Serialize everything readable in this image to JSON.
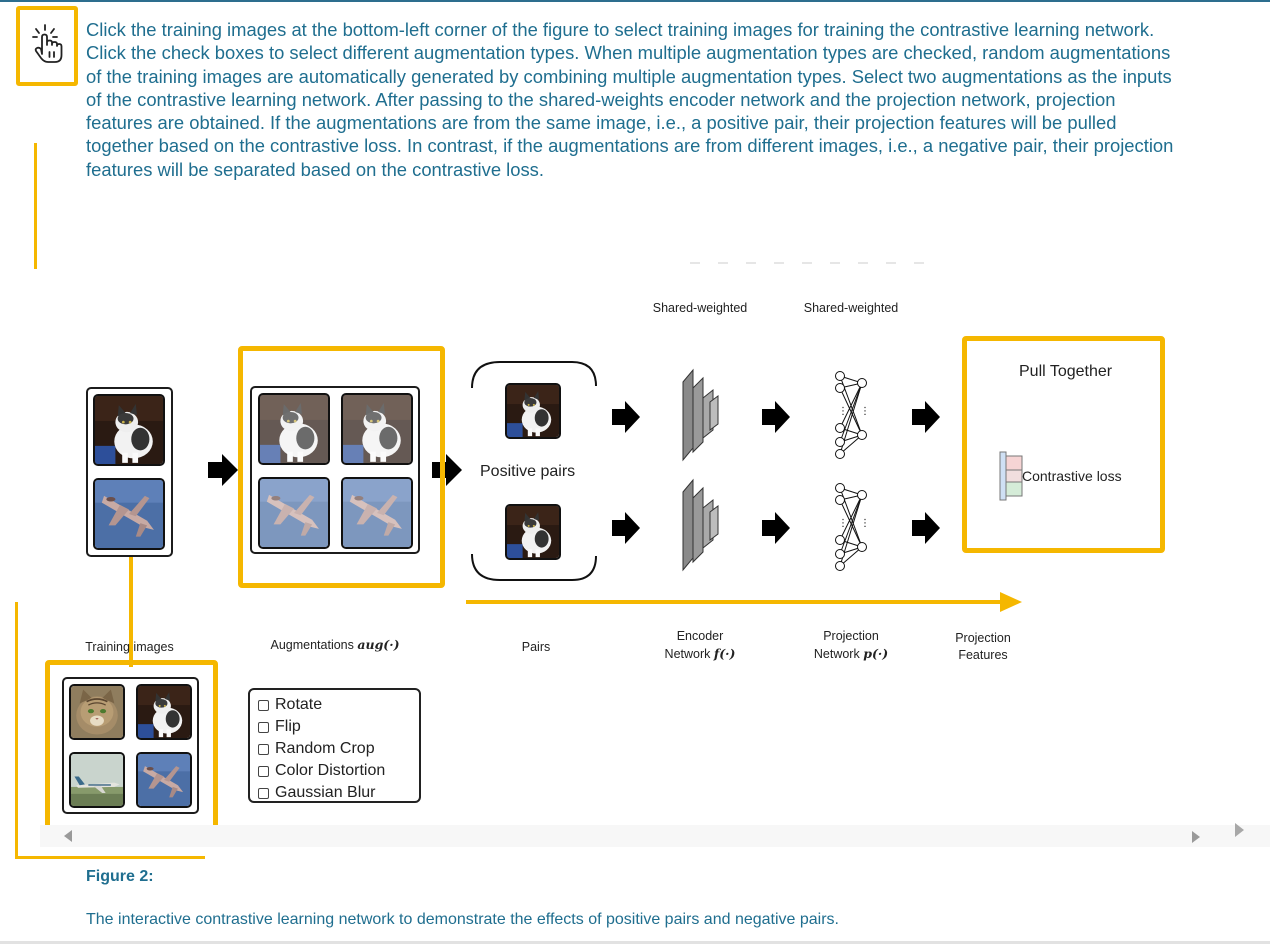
{
  "instruction": {
    "hand_icon": "pointer-click-hand-icon",
    "text": "Click the training images at the bottom-left corner of the figure to select training images for training the contrastive learning network. Click the check boxes to select different augmentation types. When multiple augmentation types are checked, random augmentations of the training images are automatically generated by combining multiple augmentation types. Select two augmentations as the inputs of the contrastive learning network. After passing to the shared-weights encoder network and the projection network, projection features are obtained. If the augmentations are from the same image, i.e., a positive pair, their projection features will be pulled together based on the contrastive loss. In contrast, if the augmentations are from different images, i.e., a negative pair, their projection features will be separated based on the contrastive loss."
  },
  "figure": {
    "shared_weighted_1": "Shared-weighted",
    "shared_weighted_2": "Shared-weighted",
    "positive_pairs": "Positive pairs",
    "pull_together": "Pull Together",
    "contrastive_loss": "Contrastive loss",
    "labels": {
      "training_images": "Training images",
      "augmentations": "Augmentations",
      "augmentations_math": "aug(·)",
      "pairs": "Pairs",
      "encoder_line1": "Encoder",
      "encoder_line2": "Network",
      "encoder_math": "f(·)",
      "projection_net_line1": "Projection",
      "projection_net_line2": "Network",
      "projection_net_math": "p(·)",
      "projection_feat_line1": "Projection",
      "projection_feat_line2": "Features"
    },
    "augmentation_options": [
      {
        "label": "Rotate",
        "checked": false
      },
      {
        "label": "Flip",
        "checked": false
      },
      {
        "label": "Random Crop",
        "checked": false
      },
      {
        "label": "Color Distortion",
        "checked": false
      },
      {
        "label": "Gaussian Blur",
        "checked": false
      }
    ],
    "training_images": [
      "tabby-cat",
      "black-white-cat",
      "airplane",
      "fighter-jet"
    ],
    "highlight_color": "#f5b700"
  },
  "caption": {
    "title": "Figure 2:",
    "text": "The interactive contrastive learning network to demonstrate the effects of positive pairs and negative pairs."
  },
  "colors": {
    "text_accent": "#1f6e8f",
    "highlight": "#f5b700"
  }
}
